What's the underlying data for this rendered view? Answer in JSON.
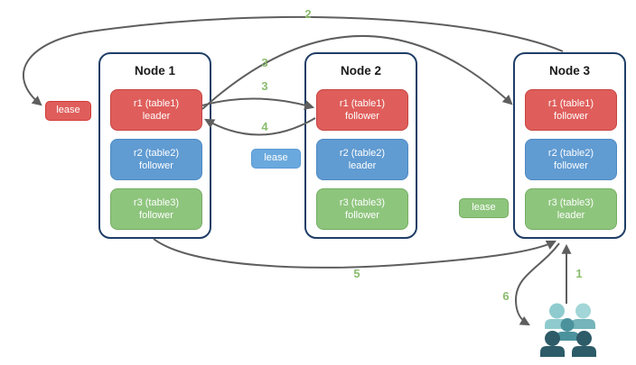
{
  "nodes": [
    {
      "title": "Node 1",
      "replicas": [
        {
          "name": "r1 (table1)",
          "role": "leader",
          "color": "red"
        },
        {
          "name": "r2 (table2)",
          "role": "follower",
          "color": "blue"
        },
        {
          "name": "r3 (table3)",
          "role": "follower",
          "color": "green"
        }
      ]
    },
    {
      "title": "Node 2",
      "replicas": [
        {
          "name": "r1 (table1)",
          "role": "follower",
          "color": "red"
        },
        {
          "name": "r2 (table2)",
          "role": "leader",
          "color": "blue"
        },
        {
          "name": "r3 (table3)",
          "role": "follower",
          "color": "green"
        }
      ]
    },
    {
      "title": "Node 3",
      "replicas": [
        {
          "name": "r1 (table1)",
          "role": "follower",
          "color": "red"
        },
        {
          "name": "r2 (table2)",
          "role": "follower",
          "color": "blue"
        },
        {
          "name": "r3 (table3)",
          "role": "leader",
          "color": "green"
        }
      ]
    }
  ],
  "leases": [
    {
      "label": "lease",
      "color": "red"
    },
    {
      "label": "lease",
      "color": "blue"
    },
    {
      "label": "lease",
      "color": "green"
    }
  ],
  "arrow_labels": {
    "step1": "1",
    "step2": "2",
    "step3a": "3",
    "step3b": "3",
    "step4": "4",
    "step5": "5",
    "step6": "6"
  },
  "icons": {
    "users_group": "users-icon"
  },
  "colors": {
    "red_fill": "#df5e5b",
    "red_border": "#c64441",
    "blue_fill": "#609bd2",
    "blue_border": "#4e8ac2",
    "green_fill": "#8ec57d",
    "green_border": "#74ad62",
    "node_border": "#1f3e66",
    "arrow": "#5e5e5e",
    "label_green": "#8abc6e",
    "people_light": "#8fcbce",
    "people_light_head": "#a3d6d8",
    "people_medium": "#74b4ba",
    "people_center": "#4b929d",
    "people_dark": "#2d5b68"
  }
}
